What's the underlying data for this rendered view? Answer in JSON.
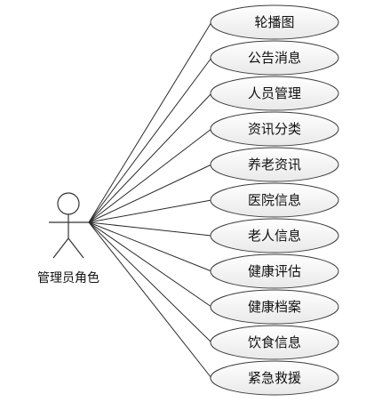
{
  "actor": {
    "label": "管理员角色"
  },
  "use_cases": [
    {
      "label": "轮播图"
    },
    {
      "label": "公告消息"
    },
    {
      "label": "人员管理"
    },
    {
      "label": "资讯分类"
    },
    {
      "label": "养老资讯"
    },
    {
      "label": "医院信息"
    },
    {
      "label": "老人信息"
    },
    {
      "label": "健康评估"
    },
    {
      "label": "健康档案"
    },
    {
      "label": "饮食信息"
    },
    {
      "label": "紧急救援"
    }
  ],
  "colors": {
    "line": "#2a2a2a",
    "ellipse_stroke": "#3c3c3c",
    "ellipse_fill_top": "#ffffff",
    "ellipse_fill_bottom": "#e9e9e9",
    "text": "#111111"
  }
}
